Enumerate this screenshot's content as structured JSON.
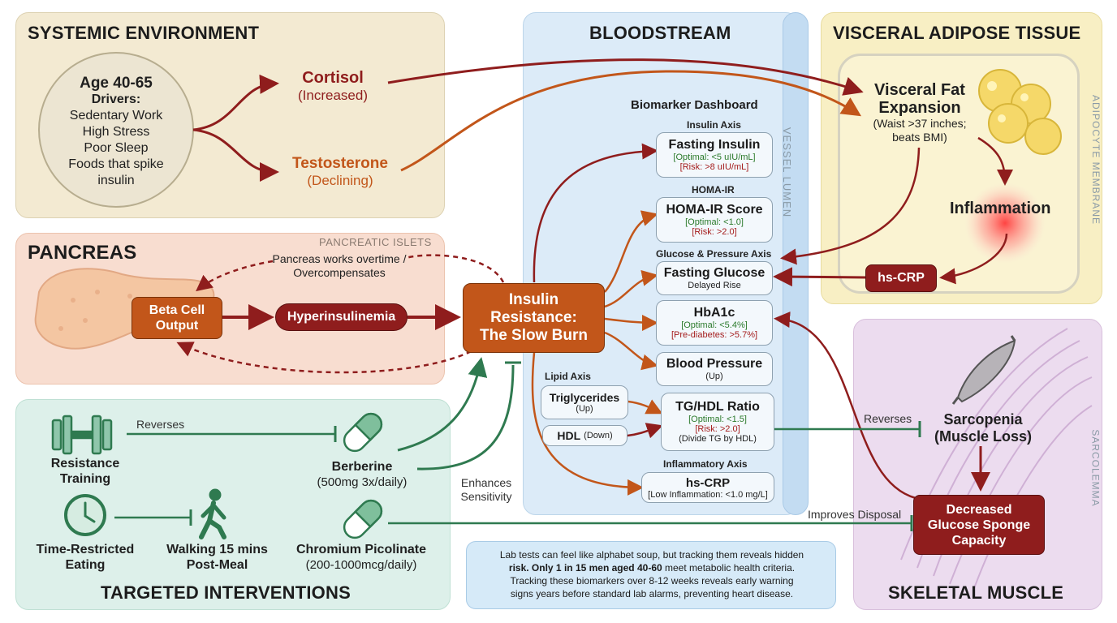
{
  "systemic": {
    "title": "SYSTEMIC ENVIRONMENT",
    "age": "Age 40-65",
    "drivers_label": "Drivers:",
    "drivers": [
      "Sedentary Work",
      "High Stress",
      "Poor Sleep",
      "Foods that spike",
      "insulin"
    ],
    "cortisol": "Cortisol",
    "cortisol_sub": "(Increased)",
    "testosterone": "Testosterone",
    "testosterone_sub": "(Declining)"
  },
  "pancreas": {
    "title": "PANCREAS",
    "islets_label": "PANCREATIC ISLETS",
    "overtime_line1": "Pancreas works overtime /",
    "overtime_line2": "Overcompensates",
    "beta_line1": "Beta Cell",
    "beta_line2": "Output",
    "hyper": "Hyperinsulinemia"
  },
  "core": {
    "line1": "Insulin",
    "line2": "Resistance:",
    "line3": "The Slow Burn"
  },
  "bloodstream": {
    "title": "BLOODSTREAM",
    "dashboard": "Biomarker Dashboard",
    "vessel": "VESSEL LUMEN",
    "insulin_axis": "Insulin Axis",
    "fasting_insulin": "Fasting Insulin",
    "fasting_insulin_opt": "[Optimal: <5 uIU/mL]",
    "fasting_insulin_risk": "[Risk: >8 uIU/mL]",
    "homa_axis": "HOMA-IR",
    "homa": "HOMA-IR Score",
    "homa_opt": "[Optimal: <1.0]",
    "homa_risk": "[Risk: >2.0]",
    "glucose_axis": "Glucose & Pressure Axis",
    "fasting_glucose": "Fasting Glucose",
    "fasting_glucose_sub": "Delayed Rise",
    "hba1c": "HbA1c",
    "hba1c_opt": "[Optimal: <5.4%]",
    "hba1c_risk": "[Pre-diabetes: >5.7%]",
    "bp": "Blood Pressure",
    "bp_sub": "(Up)",
    "lipid_axis": "Lipid Axis",
    "trig": "Triglycerides",
    "trig_sub": "(Up)",
    "hdl": "HDL",
    "hdl_sub": "(Down)",
    "tghdl": "TG/HDL Ratio",
    "tghdl_opt": "[Optimal: <1.5]",
    "tghdl_risk": "[Risk: >2.0]",
    "tghdl_note": "(Divide TG by HDL)",
    "inflam_axis": "Inflammatory Axis",
    "hscrp": "hs-CRP",
    "hscrp_sub": "[Low Inflammation: <1.0 mg/L]"
  },
  "visceral": {
    "title": "VISCERAL ADIPOSE TISSUE",
    "membrane": "ADIPOCYTE MEMBRANE",
    "fat_line1": "Visceral Fat",
    "fat_line2": "Expansion",
    "fat_sub1": "(Waist >37 inches;",
    "fat_sub2": "beats BMI)",
    "inflammation": "Inflammation",
    "hscrp": "hs-CRP"
  },
  "muscle": {
    "title": "SKELETAL MUSCLE",
    "sarcolemma": "SARCOLEMMA",
    "sarco_line1": "Sarcopenia",
    "sarco_line2": "(Muscle Loss)",
    "sponge_line1": "Decreased",
    "sponge_line2": "Glucose Sponge",
    "sponge_line3": "Capacity",
    "reverses": "Reverses",
    "improves": "Improves Disposal"
  },
  "interventions": {
    "title": "TARGETED INTERVENTIONS",
    "resistance_line1": "Resistance",
    "resistance_line2": "Training",
    "reverses": "Reverses",
    "berberine": "Berberine",
    "berberine_dose": "(500mg 3x/daily)",
    "enhances_line1": "Enhances",
    "enhances_line2": "Sensitivity",
    "tre_line1": "Time-Restricted",
    "tre_line2": "Eating",
    "walk_line1": "Walking 15 mins",
    "walk_line2": "Post-Meal",
    "chromium": "Chromium Picolinate",
    "chromium_dose": "(200-1000mcg/daily)"
  },
  "note": {
    "line1": "Lab tests can feel like alphabet soup, but tracking them reveals hidden",
    "line2_bold": "risk. Only 1 in 15 men aged 40-60",
    "line2_rest": " meet metabolic health criteria.",
    "line3": "Tracking these biomarkers over 8-12 weeks reveals early warning",
    "line4": "signs years before standard lab alarms, preventing heart disease."
  },
  "colors": {
    "dark_red": "#8f1d1d",
    "orange": "#c2561a",
    "green": "#2f7a50"
  }
}
